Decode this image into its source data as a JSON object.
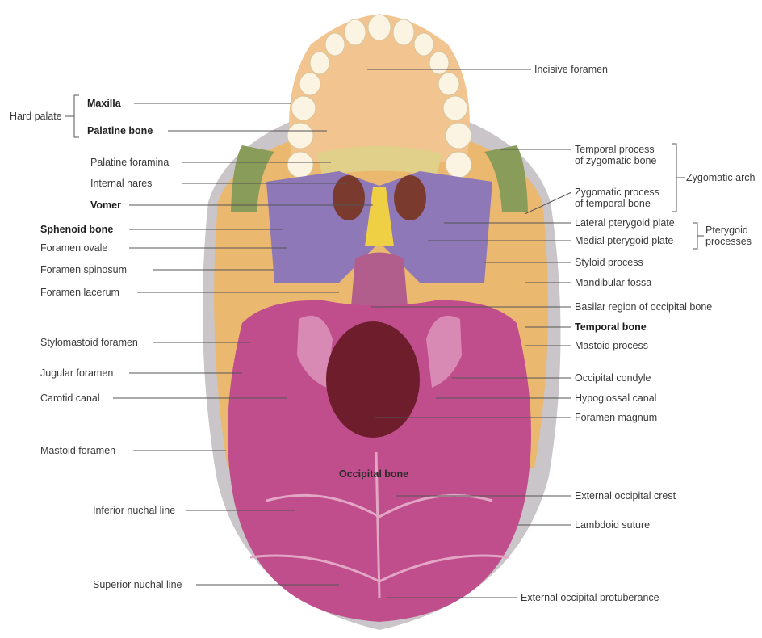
{
  "labels_left": [
    {
      "id": "maxilla",
      "text": "Maxilla",
      "bold": true
    },
    {
      "id": "palatine-bone",
      "text": "Palatine bone",
      "bold": true
    },
    {
      "id": "palatine-foramina",
      "text": "Palatine foramina",
      "bold": false
    },
    {
      "id": "internal-nares",
      "text": "Internal nares",
      "bold": false
    },
    {
      "id": "vomer",
      "text": "Vomer",
      "bold": true
    },
    {
      "id": "sphenoid-bone",
      "text": "Sphenoid bone",
      "bold": true
    },
    {
      "id": "foramen-ovale",
      "text": "Foramen ovale",
      "bold": false
    },
    {
      "id": "foramen-spinosum",
      "text": "Foramen spinosum",
      "bold": false
    },
    {
      "id": "foramen-lacerum",
      "text": "Foramen lacerum",
      "bold": false
    },
    {
      "id": "stylomastoid-foramen",
      "text": "Stylomastoid foramen",
      "bold": false
    },
    {
      "id": "jugular-foramen",
      "text": "Jugular foramen",
      "bold": false
    },
    {
      "id": "carotid-canal",
      "text": "Carotid canal",
      "bold": false
    },
    {
      "id": "mastoid-foramen",
      "text": "Mastoid foramen",
      "bold": false
    },
    {
      "id": "inferior-nuchal-line",
      "text": "Inferior nuchal line",
      "bold": false
    },
    {
      "id": "superior-nuchal-line",
      "text": "Superior nuchal line",
      "bold": false
    }
  ],
  "labels_right": [
    {
      "id": "incisive-foramen",
      "text": "Incisive foramen",
      "bold": false
    },
    {
      "id": "temporal-process-zygomatic",
      "text": "Temporal process\nof zygomatic bone",
      "bold": false
    },
    {
      "id": "zygomatic-process-temporal",
      "text": "Zygomatic process\nof temporal bone",
      "bold": false
    },
    {
      "id": "lateral-pterygoid-plate",
      "text": "Lateral pterygoid plate",
      "bold": false
    },
    {
      "id": "medial-pterygoid-plate",
      "text": "Medial pterygoid plate",
      "bold": false
    },
    {
      "id": "styloid-process",
      "text": "Styloid process",
      "bold": false
    },
    {
      "id": "mandibular-fossa",
      "text": "Mandibular fossa",
      "bold": false
    },
    {
      "id": "basilar-region",
      "text": "Basilar region of occipital bone",
      "bold": false
    },
    {
      "id": "temporal-bone",
      "text": "Temporal bone",
      "bold": true
    },
    {
      "id": "mastoid-process",
      "text": "Mastoid process",
      "bold": false
    },
    {
      "id": "occipital-condyle",
      "text": "Occipital condyle",
      "bold": false
    },
    {
      "id": "hypoglossal-canal",
      "text": "Hypoglossal canal",
      "bold": false
    },
    {
      "id": "foramen-magnum",
      "text": "Foramen magnum",
      "bold": false
    },
    {
      "id": "external-occipital-crest",
      "text": "External occipital crest",
      "bold": false
    },
    {
      "id": "lambdoid-suture",
      "text": "Lambdoid suture",
      "bold": false
    },
    {
      "id": "external-occipital-protuberance",
      "text": "External occipital protuberance",
      "bold": false
    }
  ],
  "groups": {
    "hard_palate": "Hard palate",
    "zygomatic_arch": "Zygomatic arch",
    "pterygoid_processes": "Pterygoid\nprocesses"
  },
  "center_label": "Occipital bone",
  "colors": {
    "occipital": "#c04e8c",
    "occipital_light": "#d98ab4",
    "temporal": "#eab86f",
    "maxilla": "#f2c48f",
    "palatine": "#e0d08a",
    "sphenoid": "#8f78b8",
    "vomer": "#efd045",
    "zygomatic": "#8a9c5a",
    "teeth": "#fbf4e3",
    "background_gray": "#c9c5c8",
    "leader_line": "#555555"
  }
}
